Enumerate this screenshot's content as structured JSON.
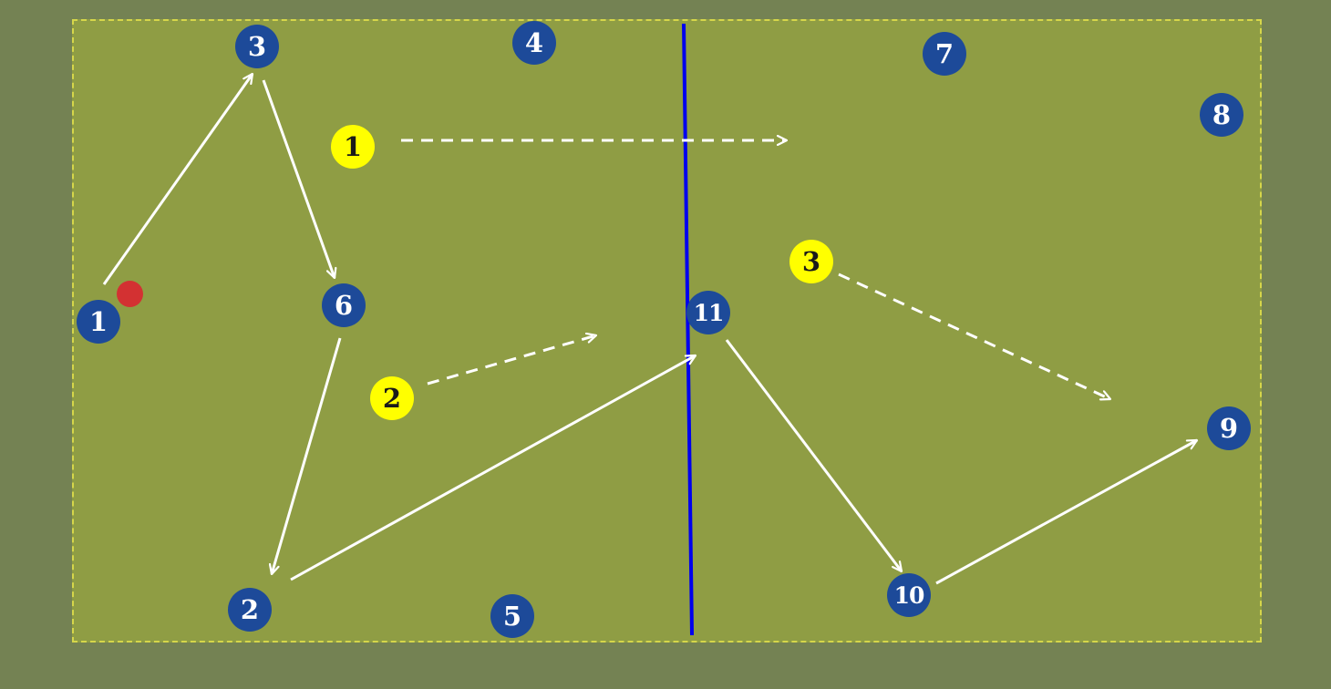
{
  "colors": {
    "background": "#748253",
    "field": "#8f9d44",
    "field_border": "#d6d64a",
    "team_a": "#1d4a99",
    "team_b": "#ffff00",
    "ball": "#d33132",
    "center_line": "#0000ee",
    "arrows": "#ffffff"
  },
  "team_a_players": [
    {
      "id": "a1",
      "label": "1"
    },
    {
      "id": "a2",
      "label": "2"
    },
    {
      "id": "a3",
      "label": "3"
    },
    {
      "id": "a4",
      "label": "4"
    },
    {
      "id": "a5",
      "label": "5"
    },
    {
      "id": "a6",
      "label": "6"
    },
    {
      "id": "a7",
      "label": "7"
    },
    {
      "id": "a8",
      "label": "8"
    },
    {
      "id": "a9",
      "label": "9"
    },
    {
      "id": "a10",
      "label": "10"
    },
    {
      "id": "a11",
      "label": "11"
    }
  ],
  "team_b_players": [
    {
      "id": "b1",
      "label": "1"
    },
    {
      "id": "b2",
      "label": "2"
    },
    {
      "id": "b3",
      "label": "3"
    }
  ],
  "passes": [
    {
      "from": "a1",
      "to": "a3",
      "style": "solid"
    },
    {
      "from": "a3",
      "to": "a6",
      "style": "solid"
    },
    {
      "from": "a6",
      "to": "a2",
      "style": "solid"
    },
    {
      "from": "a2",
      "to": "a11",
      "style": "solid"
    },
    {
      "from": "a11",
      "to": "a10",
      "style": "solid"
    },
    {
      "from": "a10",
      "to": "a9",
      "style": "solid"
    }
  ],
  "runs": [
    {
      "from": "b1",
      "style": "dashed"
    },
    {
      "from": "b2",
      "style": "dashed"
    },
    {
      "from": "b3",
      "style": "dashed"
    }
  ]
}
